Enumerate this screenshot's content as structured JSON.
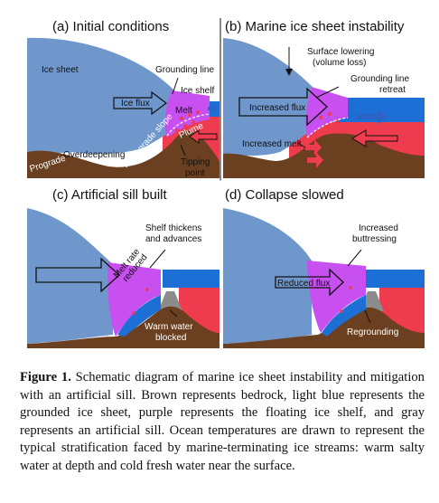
{
  "panels": {
    "a": {
      "title": "(a) Initial conditions",
      "labels": {
        "ice_sheet": "Ice sheet",
        "grounding_line": "Grounding line",
        "ice_shelf": "Ice shelf",
        "ice_flux": "Ice flux",
        "melt": "Melt",
        "plume": "Plume",
        "overdeepening": "Overdeepening",
        "retrograde_slope": "Retrograde slope",
        "prograde": "Prograde",
        "tipping_point_1": "Tipping",
        "tipping_point_2": "point"
      }
    },
    "b": {
      "title": "(b) Marine ice sheet instability",
      "labels": {
        "surface_lowering_1": "Surface lowering",
        "surface_lowering_2": "(volume loss)",
        "gl_retreat_1": "Grounding line",
        "gl_retreat_2": "retreat",
        "increased_flux": "Increased flux",
        "increased_melt": "Increased melt"
      }
    },
    "c": {
      "title": "(c) Artificial sill built",
      "labels": {
        "shelf_thickens_1": "Shelf thickens",
        "shelf_thickens_2": "and advances",
        "melt_rate_1": "Melt rate",
        "melt_rate_2": "reduced",
        "warm_water_1": "Warm water",
        "warm_water_2": "blocked"
      }
    },
    "d": {
      "title": "(d) Collapse slowed",
      "labels": {
        "increased_buttressing_1": "Increased",
        "increased_buttressing_2": "buttressing",
        "reduced_flux": "Reduced flux",
        "regrounding": "Regrounding"
      }
    }
  },
  "colors": {
    "ice_sheet": "#6f97cc",
    "ice_shelf": "#c84ff0",
    "bedrock": "#6b4020",
    "sill": "#8c8c8c",
    "cold_water": "#1c6fd4",
    "warm_water": "#ee3b4d",
    "arrow_blue": "#2d63c7"
  },
  "caption": {
    "label": "Figure 1.",
    "text": "Schematic diagram of marine ice sheet instability and mitigation with an artificial sill. Brown represents bedrock, light blue represents the grounded ice sheet, purple represents the floating ice shelf, and gray represents an artificial sill. Ocean temperatures are drawn to represent the typical stratification faced by marine-terminating ice streams: warm salty water at depth and cold fresh water near the surface."
  }
}
